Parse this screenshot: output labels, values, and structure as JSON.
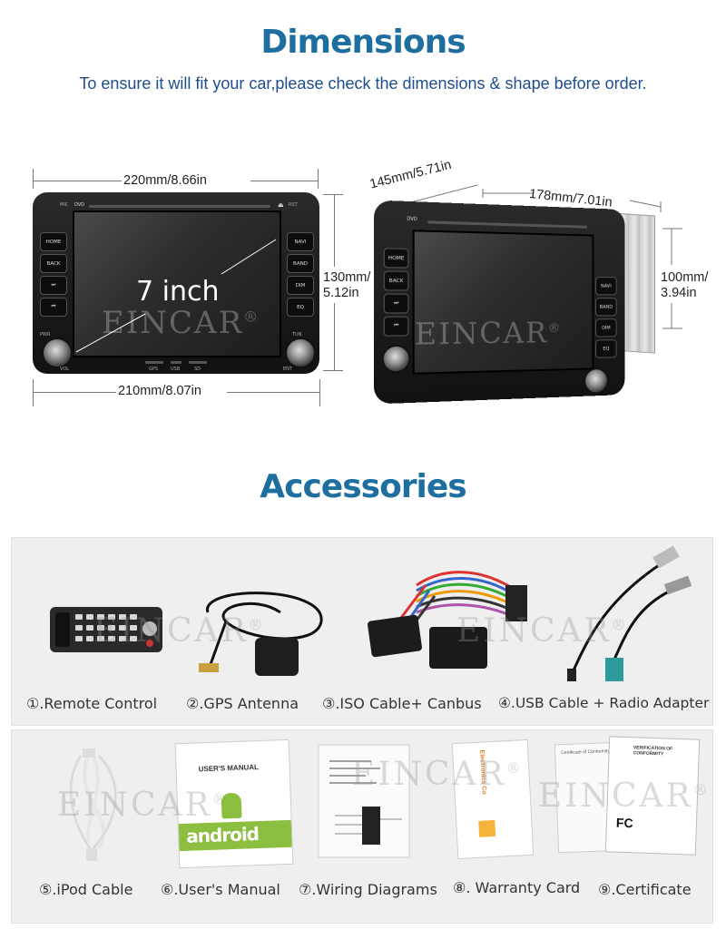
{
  "header": {
    "title": "Dimensions",
    "subtitle": "To ensure it will fit your car,please check the dimensions & shape before order."
  },
  "front_view": {
    "width_top": "220mm/8.66in",
    "width_bottom": "210mm/8.07in",
    "height_line1": "130mm/",
    "height_line2": "5.12in",
    "screen_size": "7 inch",
    "buttons_left": [
      "HOME",
      "BACK",
      "⏭",
      "⏮"
    ],
    "buttons_right": [
      "NAVI",
      "BAND",
      "DIM",
      "EQ"
    ],
    "label_dvd": "DVD",
    "label_mic": "MIC",
    "label_rst": "RST",
    "label_pwr": "PWR",
    "label_tun": "TUN",
    "label_vol": "VOL",
    "label_ent": "ENT",
    "label_gps": "GPS",
    "label_usb": "USB",
    "label_sd": "SD"
  },
  "side_view": {
    "depth": "145mm/5.71in",
    "chassis_width": "178mm/7.01in",
    "height_line1": "100mm/",
    "height_line2": "3.94in"
  },
  "watermark": "EINCAR",
  "watermark_mark": "®",
  "accessories": {
    "title": "Accessories",
    "row1": [
      "①.Remote Control",
      "②.GPS Antenna",
      "③.ISO Cable+ Canbus",
      "④.USB Cable + Radio Adapter"
    ],
    "row2": [
      "⑤.iPod Cable",
      "⑥.User's Manual",
      "⑦.Wiring Diagrams",
      "⑧. Warranty Card",
      "⑨.Certificate"
    ],
    "manual_heading": "USER'S MANUAL",
    "manual_logo": "android",
    "warranty_heading": "Electronics Co",
    "cert_heading": "Certificate of Conformity",
    "cert_heading2": "VERIFICATION OF CONFORMITY",
    "cert_mark": "FC"
  },
  "colors": {
    "title_blue": "#1e6fa0",
    "subtitle_blue": "#1f4d8a",
    "panel_bg": "#efefef"
  }
}
